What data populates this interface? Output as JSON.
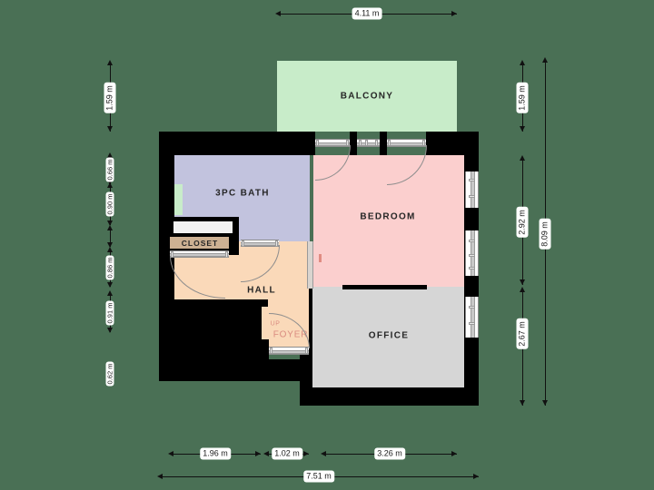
{
  "plan": {
    "title": "Floor Plan",
    "background_color": "#4a7055",
    "wall_color": "#000000"
  },
  "rooms": [
    {
      "id": "balcony",
      "label": "BALCONY",
      "color": "#c8ecc9"
    },
    {
      "id": "bath",
      "label": "3PC BATH",
      "color": "#c2c3de"
    },
    {
      "id": "bedroom",
      "label": "BEDROOM",
      "color": "#fbcfce"
    },
    {
      "id": "office",
      "label": "OFFICE",
      "color": "#d6d6d6"
    },
    {
      "id": "hall",
      "label": "HALL",
      "color": "#fad9b9"
    },
    {
      "id": "closet",
      "label": "CLOSET",
      "color": "#cdb193"
    },
    {
      "id": "foyer",
      "label": "FOYER",
      "color": "#fad9b9"
    }
  ],
  "annotations": {
    "stairs_up": "UP"
  },
  "dimensions": {
    "top": [
      {
        "value": "4.11 m"
      }
    ],
    "bottom_chain": [
      {
        "value": "1.96 m"
      },
      {
        "value": "1.02 m"
      },
      {
        "value": "3.26 m"
      }
    ],
    "bottom_overall": {
      "value": "7.51 m"
    },
    "left_chain": [
      {
        "value": "1.59 m"
      },
      {
        "value": "0.66 m"
      },
      {
        "value": "0.90 m"
      },
      {
        "value": "0.86 m"
      },
      {
        "value": "0.91 m"
      },
      {
        "value": "0.62 m"
      }
    ],
    "right_chain": [
      {
        "value": "1.59 m"
      },
      {
        "value": "2.92 m"
      },
      {
        "value": "2.67 m"
      }
    ],
    "right_overall": {
      "value": "8.09 m"
    }
  }
}
